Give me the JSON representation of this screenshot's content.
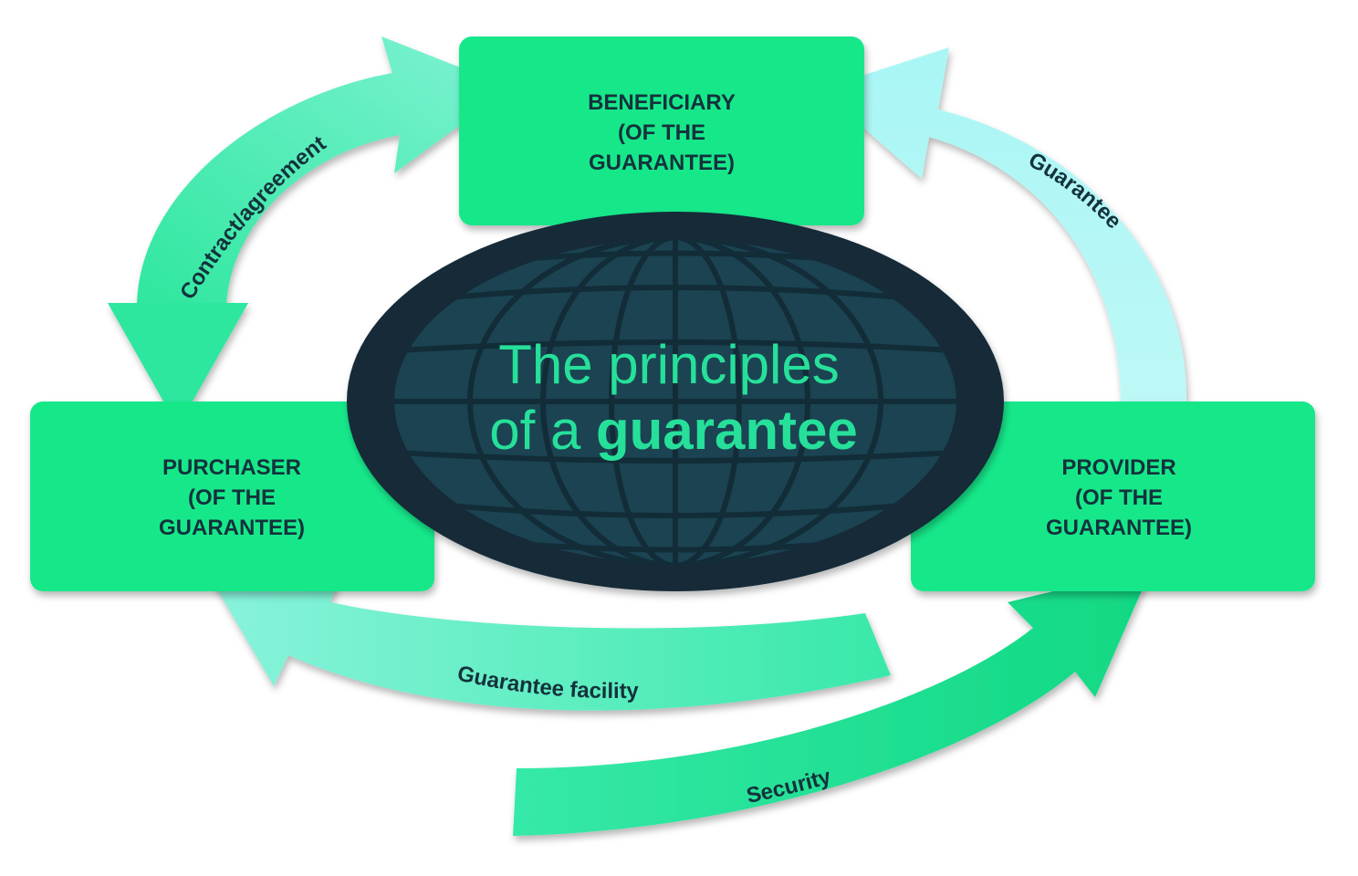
{
  "title": {
    "line1": "The principles",
    "line2_prefix": "of a ",
    "line2_bold": "guarantee"
  },
  "parties": {
    "beneficiary": [
      "BENEFICIARY",
      "(OF THE",
      "GUARANTEE)"
    ],
    "purchaser": [
      "PURCHASER",
      "(OF THE",
      "GUARANTEE)"
    ],
    "provider": [
      "PROVIDER",
      "(OF THE",
      "GUARANTEE)"
    ]
  },
  "flows": {
    "contract": "Contract/agreement",
    "guarantee": "Guarantee",
    "facility": "Guarantee facility",
    "security": "Security"
  },
  "colors": {
    "box": "#14e88a",
    "globe_dark": "#122c38",
    "globe_mid": "#1b4352",
    "title": "#26e09a",
    "arrow_light_blue": "#a8f6f4",
    "arrow_mint": "#6ef2ce",
    "arrow_green": "#16e588",
    "text_dark": "#14323c"
  }
}
